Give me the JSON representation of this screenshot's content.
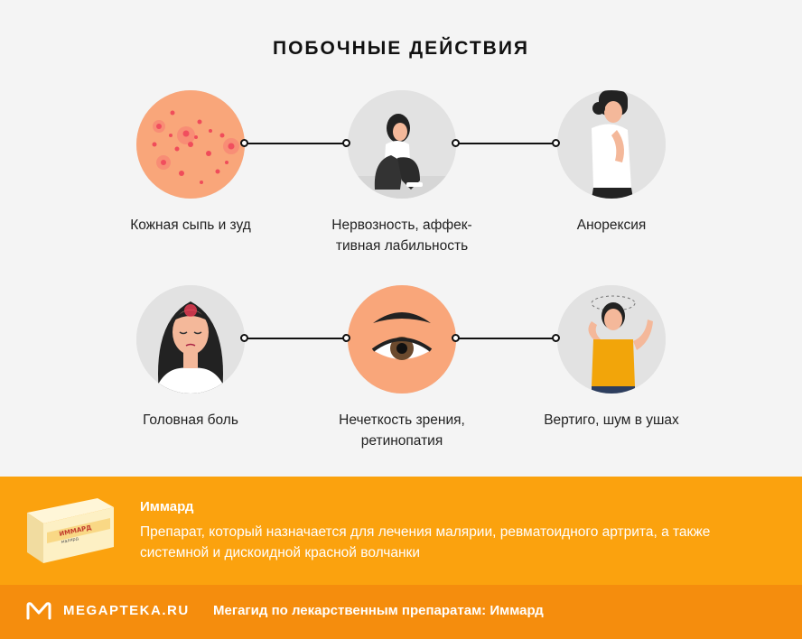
{
  "title": "ПОБОЧНЫЕ ДЕЙСТВИЯ",
  "effects": [
    {
      "label": "Кожная сыпь и зуд",
      "icon": "skin-rash-icon"
    },
    {
      "label": "Нервозность, аффек-\nтивная лабильность",
      "icon": "nervous-woman-icon"
    },
    {
      "label": "Анорексия",
      "icon": "anorexia-woman-icon"
    },
    {
      "label": "Головная боль",
      "icon": "headache-woman-icon"
    },
    {
      "label": "Нечеткость зрения,\nретинопатия",
      "icon": "eye-icon"
    },
    {
      "label": "Вертиго, шум в ушах",
      "icon": "dizzy-woman-icon"
    }
  ],
  "drug": {
    "name": "Иммард",
    "description": "Препарат, который назначается для лечения малярии, ревматоидного артрита, а также системной и дискоидной красной волчанки",
    "package_text": "ИММАРД",
    "package_sub": "малярд"
  },
  "footer": {
    "brand": "MEGAPTEKA.RU",
    "text": "Мегагид по лекарственным препаратам: Иммард"
  },
  "colors": {
    "orange": "#fba20e",
    "dark_orange": "#f58d0d",
    "skin": "#f9a67a",
    "rash": "#ef3d55"
  }
}
